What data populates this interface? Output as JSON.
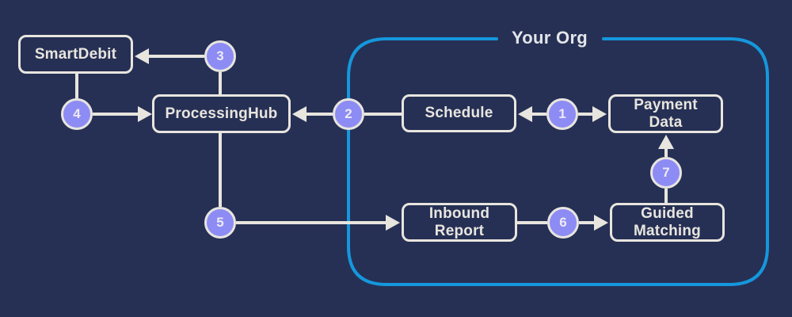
{
  "org": {
    "title": "Your Org"
  },
  "nodes": {
    "smartdebit": {
      "label": "SmartDebit"
    },
    "processinghub": {
      "label": "ProcessingHub"
    },
    "schedule": {
      "label": "Schedule"
    },
    "payment_data": {
      "label": "Payment\nData"
    },
    "inbound_report": {
      "label": "Inbound\nReport"
    },
    "guided_matching": {
      "label": "Guided\nMatching"
    }
  },
  "steps": {
    "s1": "1",
    "s2": "2",
    "s3": "3",
    "s4": "4",
    "s5": "5",
    "s6": "6",
    "s7": "7"
  },
  "colors": {
    "background": "#263054",
    "connector": "#e8e5df",
    "node_border": "#e8e5df",
    "node_text": "#e8e5df",
    "step_fill": "#8d8cf4",
    "step_ring": "#e8e5df",
    "org_border": "#1597dc",
    "org_title_text": "#e3e5ea"
  }
}
